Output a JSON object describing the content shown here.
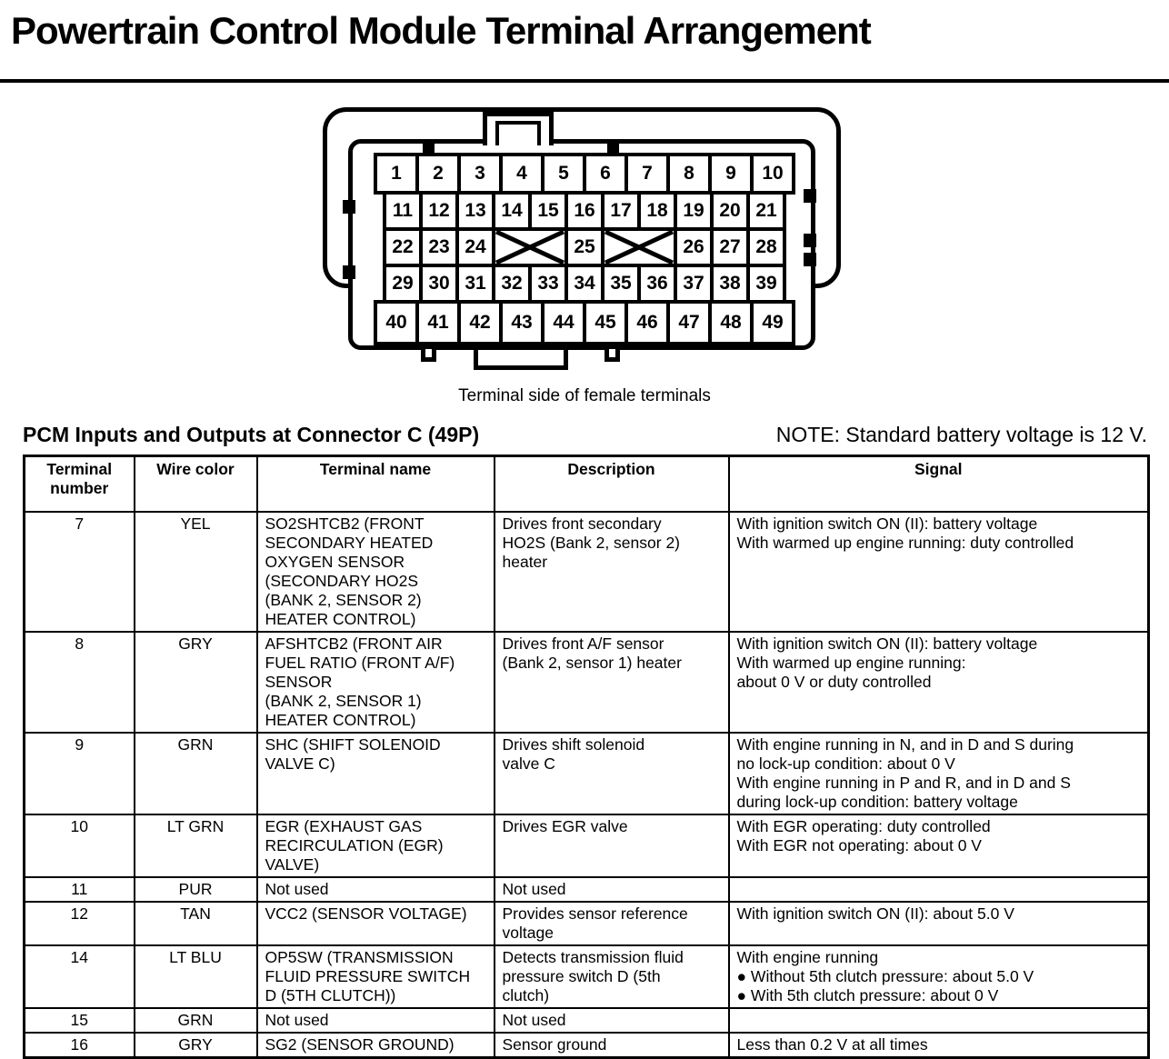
{
  "page": {
    "title": "Powertrain Control Module Terminal Arrangement",
    "section_heading": "PCM Inputs and Outputs at Connector C (49P)",
    "note": "NOTE: Standard battery voltage is 12 V."
  },
  "connector": {
    "caption": "Terminal side of female terminals",
    "rows": [
      {
        "cells": [
          {
            "label": "1"
          },
          {
            "label": "2"
          },
          {
            "label": "3"
          },
          {
            "label": "4"
          },
          {
            "label": "5"
          },
          {
            "label": "6"
          },
          {
            "label": "7"
          },
          {
            "label": "8"
          },
          {
            "label": "9"
          },
          {
            "label": "10"
          }
        ]
      },
      {
        "cells": [
          {
            "label": "11"
          },
          {
            "label": "12"
          },
          {
            "label": "13"
          },
          {
            "label": "14"
          },
          {
            "label": "15"
          },
          {
            "label": "16"
          },
          {
            "label": "17"
          },
          {
            "label": "18"
          },
          {
            "label": "19"
          },
          {
            "label": "20"
          },
          {
            "label": "21"
          }
        ]
      },
      {
        "cells": [
          {
            "label": "22"
          },
          {
            "label": "23"
          },
          {
            "label": "24"
          },
          {
            "crossed": true
          },
          {
            "label": "25"
          },
          {
            "crossed": true
          },
          {
            "label": "26"
          },
          {
            "label": "27"
          },
          {
            "label": "28"
          }
        ]
      },
      {
        "cells": [
          {
            "label": "29"
          },
          {
            "label": "30"
          },
          {
            "label": "31"
          },
          {
            "label": "32"
          },
          {
            "label": "33"
          },
          {
            "label": "34"
          },
          {
            "label": "35"
          },
          {
            "label": "36"
          },
          {
            "label": "37"
          },
          {
            "label": "38"
          },
          {
            "label": "39"
          }
        ]
      },
      {
        "cells": [
          {
            "label": "40"
          },
          {
            "label": "41"
          },
          {
            "label": "42"
          },
          {
            "label": "43"
          },
          {
            "label": "44"
          },
          {
            "label": "45"
          },
          {
            "label": "46"
          },
          {
            "label": "47"
          },
          {
            "label": "48"
          },
          {
            "label": "49"
          }
        ]
      }
    ]
  },
  "table": {
    "headers": [
      "Terminal number",
      "Wire color",
      "Terminal name",
      "Description",
      "Signal"
    ],
    "rows": [
      {
        "terminal_number": "7",
        "wire_color": "YEL",
        "terminal_name": "SO2SHTCB2 (FRONT\nSECONDARY HEATED\nOXYGEN SENSOR\n(SECONDARY HO2S\n(BANK 2, SENSOR 2)\nHEATER CONTROL)",
        "description": "Drives front secondary\nHO2S (Bank 2, sensor 2)\nheater",
        "signal": "With ignition switch ON (II): battery voltage\nWith warmed up engine running: duty controlled"
      },
      {
        "terminal_number": "8",
        "wire_color": "GRY",
        "terminal_name": "AFSHTCB2 (FRONT AIR\nFUEL RATIO (FRONT A/F)\nSENSOR\n(BANK 2, SENSOR 1)\nHEATER CONTROL)",
        "description": "Drives front A/F sensor\n(Bank 2, sensor 1) heater",
        "signal": "With ignition switch ON (II): battery voltage\nWith warmed up engine running:\nabout 0 V or duty controlled"
      },
      {
        "terminal_number": "9",
        "wire_color": "GRN",
        "terminal_name": "SHC (SHIFT SOLENOID\nVALVE C)",
        "description": "Drives shift solenoid\nvalve C",
        "signal": "With engine running in N, and in D and S during\nno lock-up condition: about 0 V\nWith engine running in P and R, and in D and S\nduring lock-up condition: battery voltage"
      },
      {
        "terminal_number": "10",
        "wire_color": "LT GRN",
        "terminal_name": "EGR (EXHAUST GAS\nRECIRCULATION (EGR)\nVALVE)",
        "description": "Drives EGR valve",
        "signal": "With EGR operating: duty controlled\nWith EGR not operating: about 0 V"
      },
      {
        "terminal_number": "11",
        "wire_color": "PUR",
        "terminal_name": "Not used",
        "description": "Not used",
        "signal": ""
      },
      {
        "terminal_number": "12",
        "wire_color": "TAN",
        "terminal_name": "VCC2 (SENSOR VOLTAGE)",
        "description": "Provides sensor reference\nvoltage",
        "signal": "With ignition switch ON (II): about 5.0 V"
      },
      {
        "terminal_number": "14",
        "wire_color": "LT BLU",
        "terminal_name": "OP5SW (TRANSMISSION\nFLUID PRESSURE SWITCH\nD (5TH CLUTCH))",
        "description": "Detects transmission fluid\npressure switch D (5th\nclutch)",
        "signal": "With engine running\n●  Without 5th clutch pressure: about 5.0 V\n●  With 5th clutch pressure: about 0 V"
      },
      {
        "terminal_number": "15",
        "wire_color": "GRN",
        "terminal_name": "Not used",
        "description": "Not used",
        "signal": ""
      },
      {
        "terminal_number": "16",
        "wire_color": "GRY",
        "terminal_name": "SG2 (SENSOR GROUND)",
        "description": "Sensor ground",
        "signal": "Less than 0.2 V at all times"
      }
    ]
  }
}
